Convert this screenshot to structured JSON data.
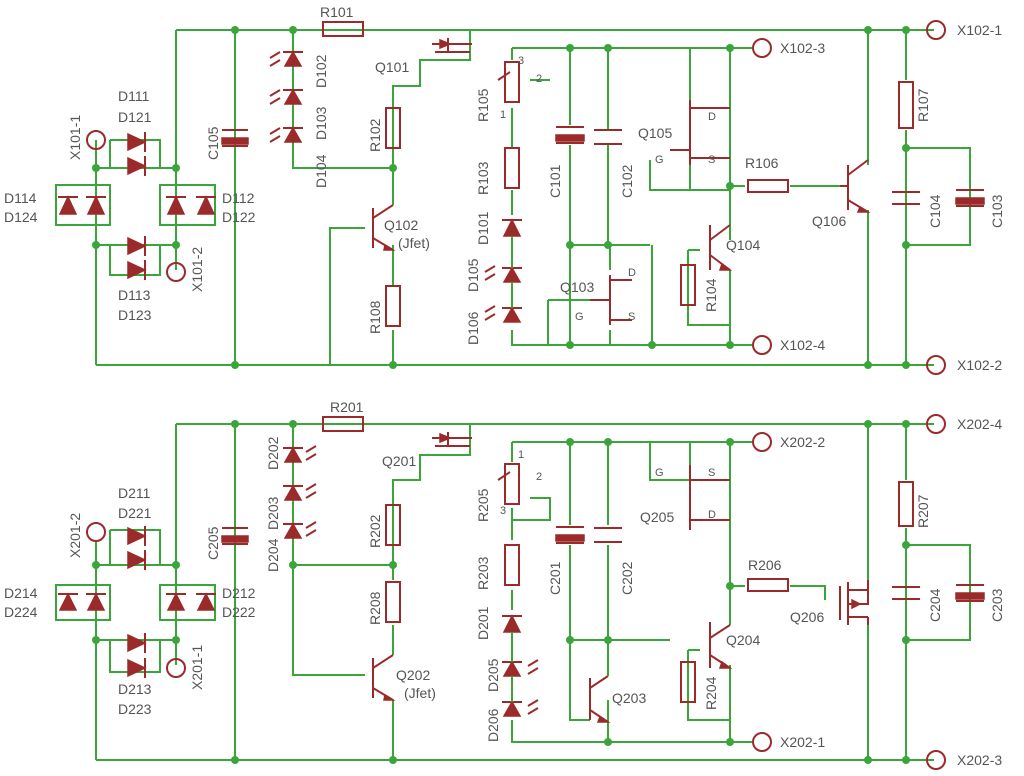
{
  "colors": {
    "wire": "#3aa63a",
    "component": "#9b2b2b",
    "label": "#555555",
    "background": "#ffffff"
  },
  "top": {
    "resistors": {
      "r101": "R101",
      "r102": "R102",
      "r103": "R103",
      "r105": "R105",
      "r106": "R106",
      "r107": "R107",
      "r108": "R108",
      "r104": "R104"
    },
    "caps": {
      "c101": "C101",
      "c102": "C102",
      "c103": "C103",
      "c104": "C104",
      "c105": "C105"
    },
    "diodes": {
      "d111": "D111",
      "d121": "D121",
      "d112": "D112",
      "d122": "D122",
      "d113": "D113",
      "d123": "D123",
      "d114": "D114",
      "d124": "D124",
      "d102": "D102",
      "d103": "D103",
      "d104": "D104",
      "d101": "D101",
      "d105": "D105",
      "d106": "D106"
    },
    "transistors": {
      "q101": "Q101",
      "q102": "Q102",
      "q102_note": "(Jfet)",
      "q103": "Q103",
      "q104": "Q104",
      "q105": "Q105",
      "q106": "Q106"
    },
    "connectors": {
      "x101_1": "X101-1",
      "x101_2": "X101-2",
      "x102_1": "X102-1",
      "x102_2": "X102-2",
      "x102_3": "X102-3",
      "x102_4": "X102-4"
    }
  },
  "bottom": {
    "resistors": {
      "r201": "R201",
      "r202": "R202",
      "r203": "R203",
      "r205": "R205",
      "r206": "R206",
      "r207": "R207",
      "r208": "R208",
      "r204": "R204"
    },
    "caps": {
      "c201": "C201",
      "c202": "C202",
      "c203": "C203",
      "c204": "C204",
      "c205": "C205"
    },
    "diodes": {
      "d211": "D211",
      "d221": "D221",
      "d212": "D212",
      "d222": "D222",
      "d213": "D213",
      "d223": "D223",
      "d214": "D214",
      "d224": "D224",
      "d202": "D202",
      "d203": "D203",
      "d204": "D204",
      "d201": "D201",
      "d205": "D205",
      "d206": "D206"
    },
    "transistors": {
      "q201": "Q201",
      "q202": "Q202",
      "q202_note": "(Jfet)",
      "q203": "Q203",
      "q204": "Q204",
      "q205": "Q205",
      "q206": "Q206"
    },
    "connectors": {
      "x201_1": "X201-1",
      "x201_2": "X201-2",
      "x202_1": "X202-1",
      "x202_2": "X202-2",
      "x202_3": "X202-3",
      "x202_4": "X202-4"
    }
  },
  "pins": {
    "g": "G",
    "d": "D",
    "s": "S",
    "p1": "1",
    "p2": "2",
    "p3": "3"
  }
}
